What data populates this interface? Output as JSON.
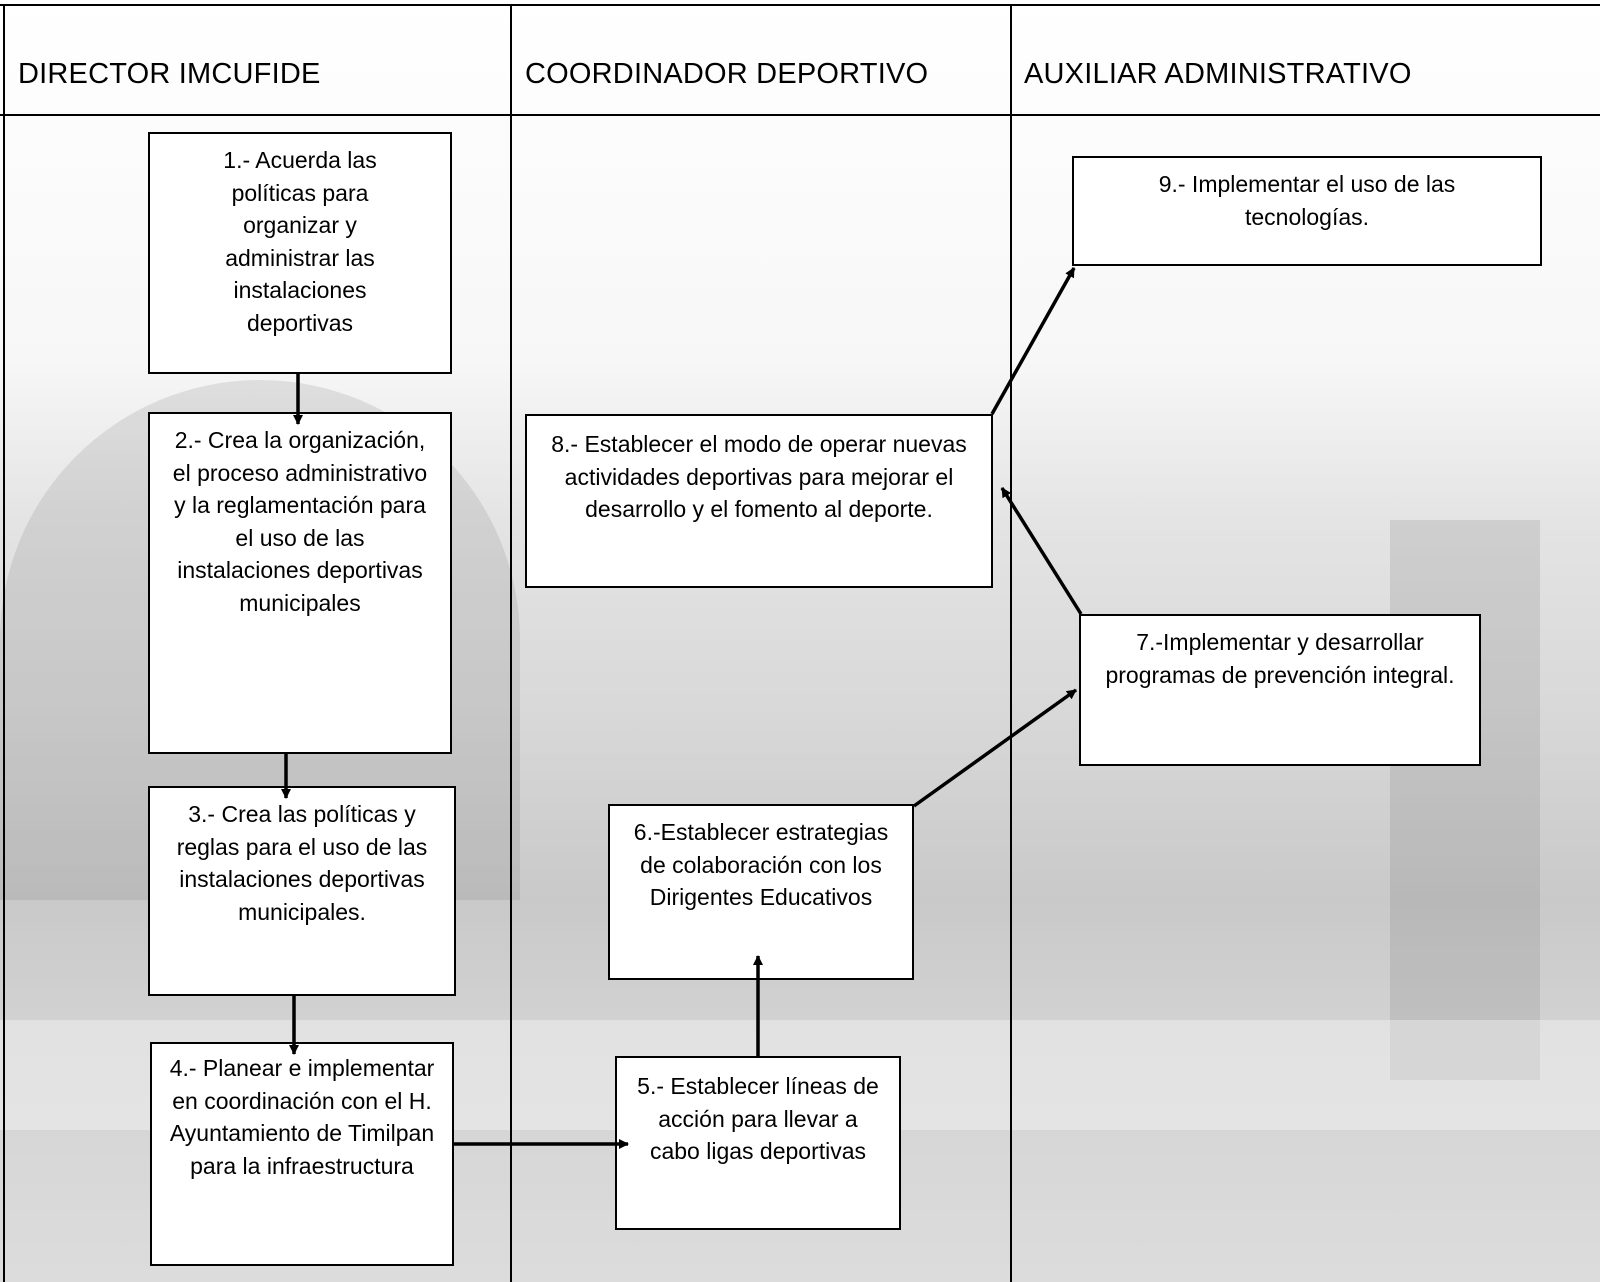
{
  "lanes": [
    {
      "title": "DIRECTOR IMCUFIDE"
    },
    {
      "title": "COORDINADOR DEPORTIVO"
    },
    {
      "title": "AUXILIAR ADMINISTRATIVO"
    }
  ],
  "steps": [
    {
      "id": 1,
      "text": "1.- Acuerda las políticas para organizar y administrar las instalaciones deportivas"
    },
    {
      "id": 2,
      "text": "2.- Crea la organización, el proceso administrativo y la reglamentación para el uso de las instalaciones deportivas municipales"
    },
    {
      "id": 3,
      "text": "3.- Crea las políticas y reglas para el uso de las instalaciones deportivas municipales."
    },
    {
      "id": 4,
      "text": "4.- Planear e implementar en coordinación con el H. Ayuntamiento de Timilpan para la infraestructura"
    },
    {
      "id": 5,
      "text": "5.- Establecer líneas de acción para llevar a cabo ligas deportivas"
    },
    {
      "id": 6,
      "text": "6.-Establecer estrategias de colaboración con los Dirigentes Educativos"
    },
    {
      "id": 7,
      "text": "7.-Implementar y desarrollar programas de prevención integral."
    },
    {
      "id": 8,
      "text": "8.- Establecer el modo de operar nuevas actividades deportivas para mejorar el desarrollo y el fomento al deporte."
    },
    {
      "id": 9,
      "text": "9.- Implementar el uso de las tecnologías."
    }
  ],
  "edges": [
    {
      "from": 1,
      "to": 2
    },
    {
      "from": 2,
      "to": 3
    },
    {
      "from": 3,
      "to": 4
    },
    {
      "from": 4,
      "to": 5
    },
    {
      "from": 5,
      "to": 6
    },
    {
      "from": 6,
      "to": 7
    },
    {
      "from": 7,
      "to": 8
    },
    {
      "from": 8,
      "to": 9
    }
  ]
}
